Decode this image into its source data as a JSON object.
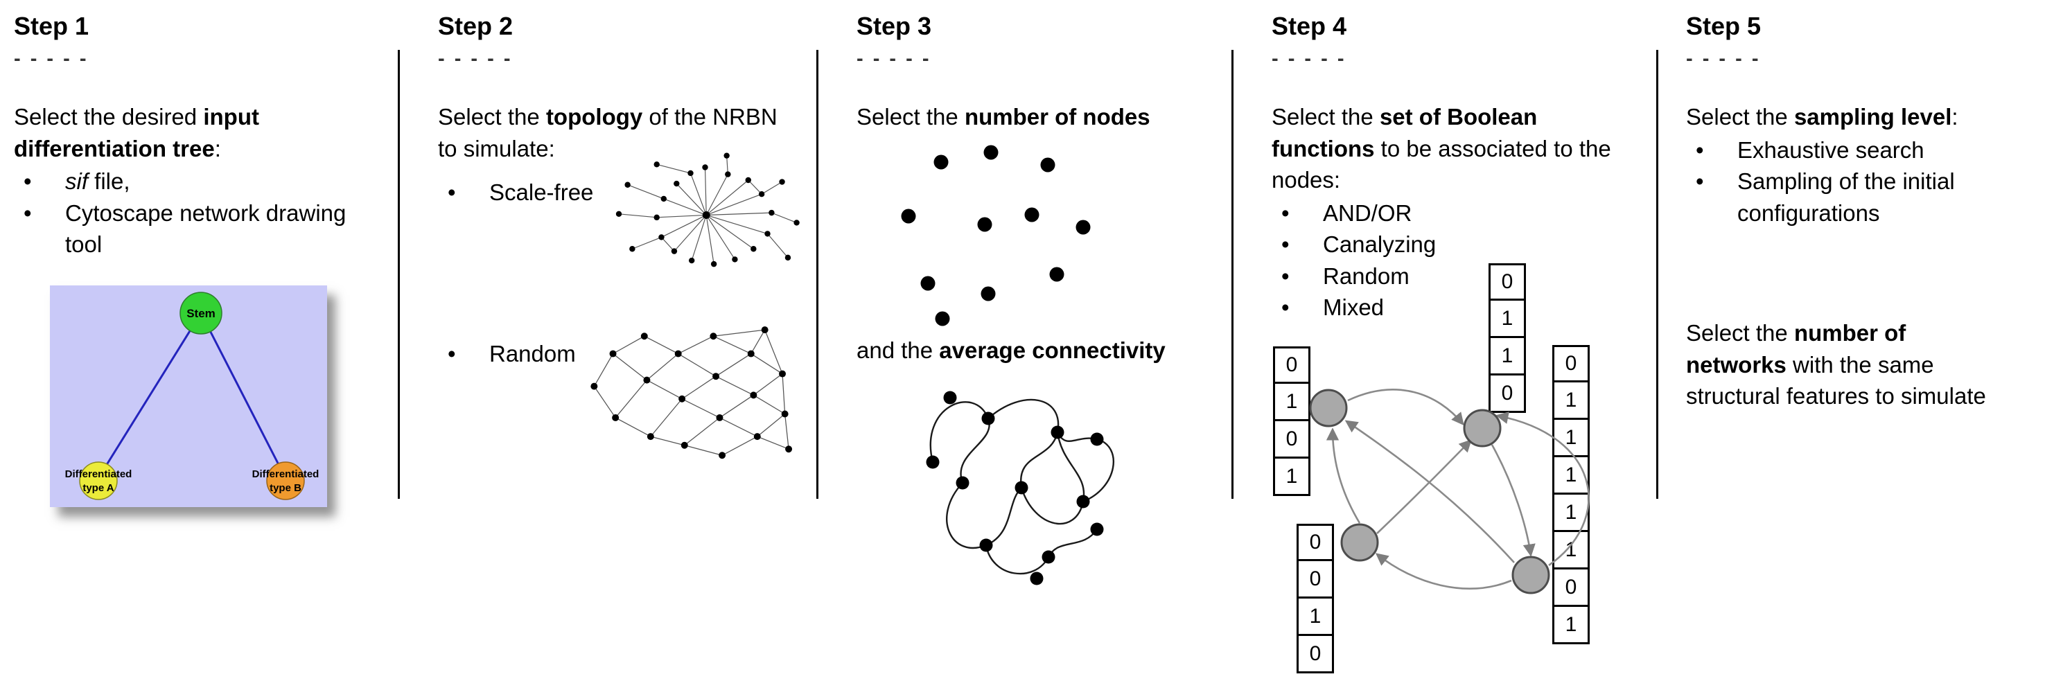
{
  "bullet_char": "•",
  "colors": {
    "tree_background": "#c9c9f8",
    "stem_node": "#33d133",
    "type_a_node": "#ebeb3a",
    "type_b_node": "#f09a2e",
    "tree_edge": "#2424bd",
    "boolean_node_fill": "#a9a9a9",
    "boolean_node_stroke": "#4d4d4d"
  },
  "step1": {
    "title": "Step 1",
    "dashes": "- - - - -",
    "intro": {
      "pre": "Select the desired ",
      "bold": "input differentiation tree",
      "post": ":"
    },
    "bullet_sif": {
      "italic": "sif",
      "rest": " file,"
    },
    "bullet_cytoscape": "Cytoscape network drawing tool",
    "tree": {
      "root": "Stem",
      "left_top": "Differentiated",
      "left_bottom": "type A",
      "right_top": "Differentiated",
      "right_bottom": "type B"
    }
  },
  "step2": {
    "title": "Step 2",
    "dashes": "- - - - -",
    "intro": {
      "pre": "Select the ",
      "bold": "topology",
      "post": " of the NRBN to simulate:"
    },
    "bullet_scale_free": "Scale-free",
    "bullet_random": "Random"
  },
  "step3": {
    "title": "Step 3",
    "dashes": "- - - - -",
    "line1": {
      "pre": "Select the ",
      "bold": "number of nodes",
      "post": ""
    },
    "line2": {
      "pre": "and the ",
      "bold": "average connectivity",
      "post": ""
    }
  },
  "step4": {
    "title": "Step 4",
    "dashes": "- - - - -",
    "intro": {
      "pre": "Select the ",
      "bold": "set of Boolean functions",
      "post": " to be associated to the nodes:"
    },
    "bullets": [
      "AND/OR",
      "Canalyzing",
      "Random",
      "Mixed"
    ],
    "truth_tables": {
      "left": [
        "0",
        "1",
        "0",
        "1"
      ],
      "top": [
        "0",
        "1",
        "1",
        "0"
      ],
      "bottom_left": [
        "0",
        "0",
        "1",
        "0"
      ],
      "right": [
        "0",
        "1",
        "1",
        "1",
        "1",
        "1",
        "0",
        "1"
      ]
    }
  },
  "step5": {
    "title": "Step 5",
    "dashes": "- - - - -",
    "intro": {
      "pre": "Select the ",
      "bold": "sampling level",
      "post": ":"
    },
    "bullets": [
      "Exhaustive search",
      "Sampling of the initial configurations"
    ],
    "para2": {
      "pre": "Select the ",
      "bold": "number of networks",
      "post": " with the same structural features to simulate"
    }
  }
}
